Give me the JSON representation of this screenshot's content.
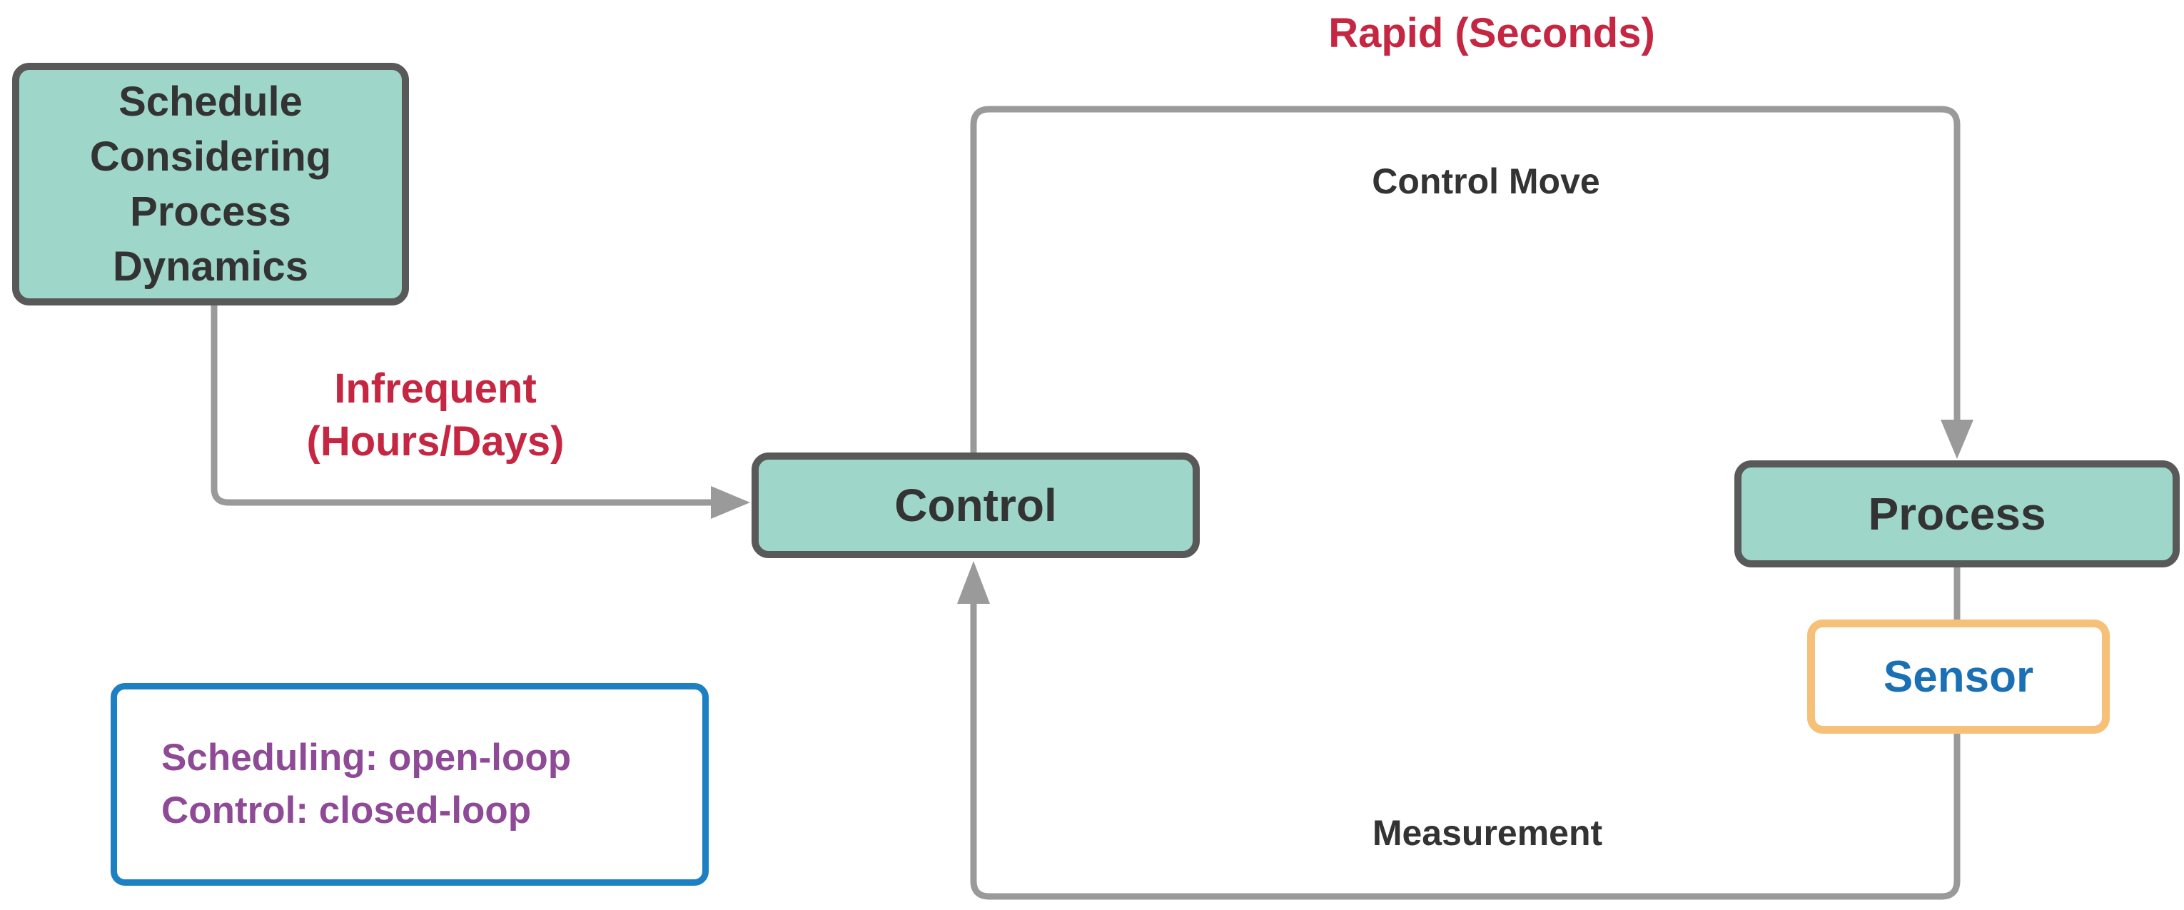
{
  "diagram": {
    "nodes": {
      "schedule": {
        "lines": [
          "Schedule",
          "Considering",
          "Process",
          "Dynamics"
        ]
      },
      "control": {
        "label": "Control"
      },
      "process": {
        "label": "Process"
      },
      "sensor": {
        "label": "Sensor"
      },
      "note": {
        "lines": [
          "Scheduling: open-loop",
          "Control: closed-loop"
        ]
      }
    },
    "edge_labels": {
      "rapid": "Rapid (Seconds)",
      "infrequent": {
        "lines": [
          "Infrequent",
          "(Hours/Days)"
        ]
      },
      "control_move": "Control Move",
      "measurement": "Measurement"
    },
    "colors": {
      "background": "#ffffff",
      "node_fill_teal": "#9ed7c9",
      "node_border_gray": "#595959",
      "connector_gray": "#9a9a9a",
      "label_dark": "#333333",
      "timing_red": "#c52641",
      "note_text_purple": "#8e4a96",
      "note_border_blue": "#1d80c3",
      "sensor_border_orange": "#f7c078",
      "sensor_text_blue": "#1a70b5"
    }
  }
}
